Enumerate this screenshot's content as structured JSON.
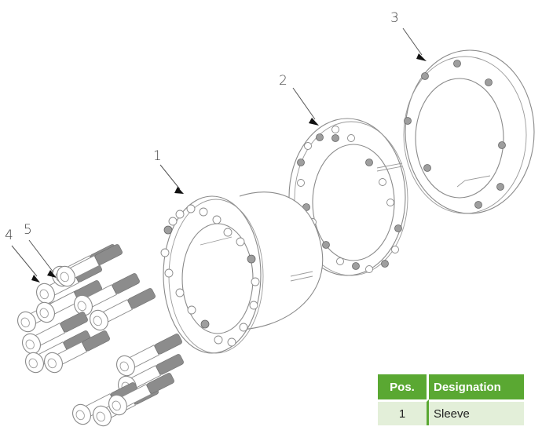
{
  "callouts": [
    "1",
    "2",
    "3",
    "4",
    "5"
  ],
  "table": {
    "headers": [
      "Pos.",
      "Designation"
    ],
    "rows": [
      {
        "pos": "1",
        "designation": "Sleeve"
      }
    ]
  },
  "colors": {
    "header_bg": "#5aa832",
    "row_bg": "#e3efd9",
    "line": "#8a8a8a"
  }
}
